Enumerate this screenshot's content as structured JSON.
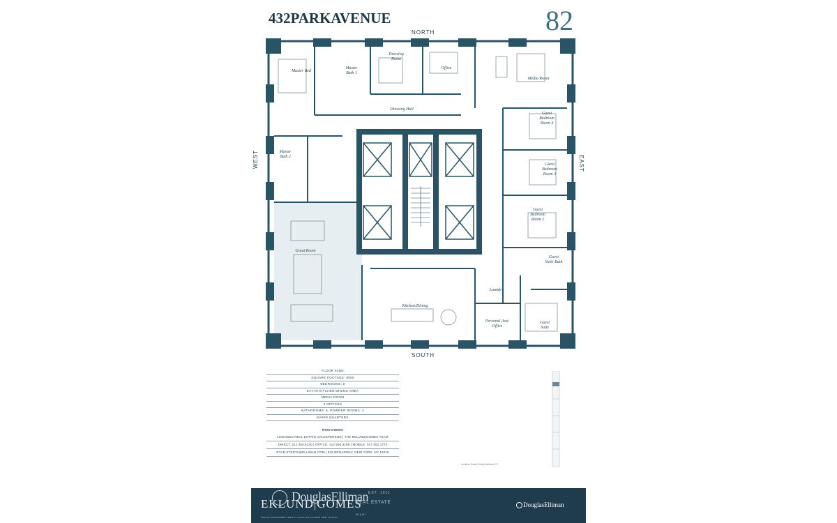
{
  "header": {
    "title": "432PARKAVENUE",
    "floor_number": "82"
  },
  "compass": {
    "north": "NORTH",
    "south": "SOUTH",
    "east": "EAST",
    "west": "WEST"
  },
  "rooms": {
    "master_bed": "Master Bed",
    "master_bath_1": "Master Bath 1",
    "dressing_room": "Dressing Room",
    "office": "Office",
    "media_room": "Media Room",
    "dressing_hall": "Dressing Hall",
    "guest_bedroom_4": "Guest Bedroom Room 4",
    "master_bath_2": "Master Bath 2",
    "guest_bedroom_3": "Guest Bedroom Room 3",
    "guest_bedroom_2": "Guest Bedroom Room 2",
    "great_room": "Great Room",
    "guest_suite_bath": "Guest Suite Bath",
    "kitchen_dining": "Kitchen/Dining",
    "laundry": "Laundry",
    "personal_asst_office": "Personal Asst. Office",
    "guest_suite": "Guest Suite"
  },
  "specs": [
    "FLOOR 82ND",
    "SQUARE FOOTAGE: 8000",
    "BEDROOMS: 5",
    "EAT-IN KITCHEN DINING AREA",
    "MEDIA ROOM",
    "2 OFFICES",
    "BATHROOMS: 6, POWDER ROOMS: 2",
    "MAIDS QUARTERS"
  ],
  "agent": {
    "name": "RYAN STENTA",
    "title": "LICENSED REAL ESTATE SALESPERSON  |  THE EKLUND|GOMES TEAM",
    "phones": "DIRECT: 212.350.6240  |  OFFICE: 212.598.3199  |  MOBILE: 917.652.2772",
    "contact": "RYAN.STENTA@ELLIMAN.COM  |  936 BROADWAY, NEW YORK, NY 10010"
  },
  "credit": "Architect: Rafael Viñoly Architects PC",
  "footer": {
    "douglas_elliman_large": "DouglasElliman",
    "est": "EST. 1911",
    "eklund_gomes": "EKLUND|GOMES",
    "real_estate": "REAL ESTATE",
    "miami": "MIAMI",
    "tagline": "THE EKLUND|GOMES TEAM AT DOUGLAS ELLIMAN REAL ESTATE",
    "douglas_elliman_small": "DouglasElliman"
  },
  "colors": {
    "wall": "#2a5366",
    "great_room_fill": "#e6eef2",
    "footer_bg": "#1f3b4e"
  }
}
